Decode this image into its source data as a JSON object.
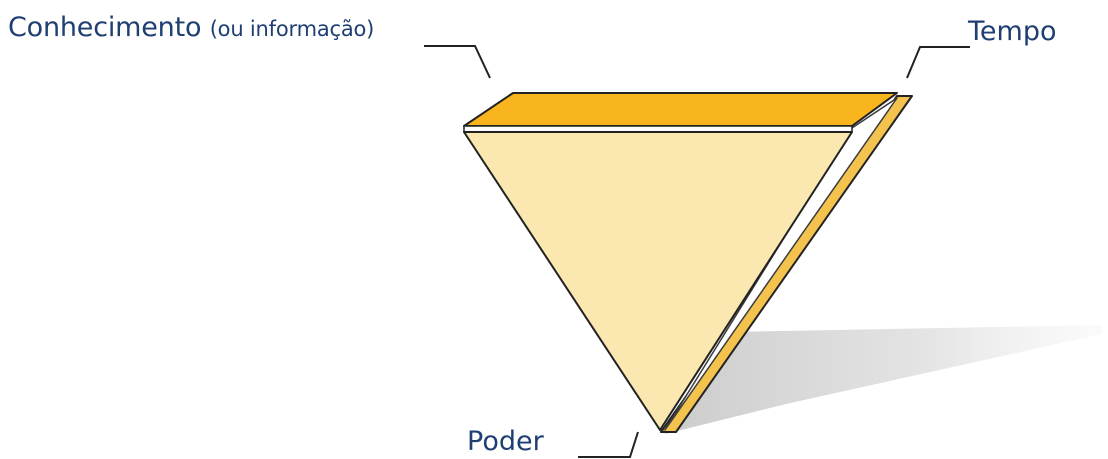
{
  "labels": {
    "knowledge_main": "Conhecimento",
    "knowledge_note": "(ou informação)",
    "time": "Tempo",
    "power": "Poder"
  },
  "colors": {
    "text": "#1f3f73",
    "front_face": "#fbe7b0",
    "top_face": "#f8b51e",
    "side_face": "#f4c34e",
    "outline": "#222222",
    "shadow": "#d9d9d9"
  }
}
